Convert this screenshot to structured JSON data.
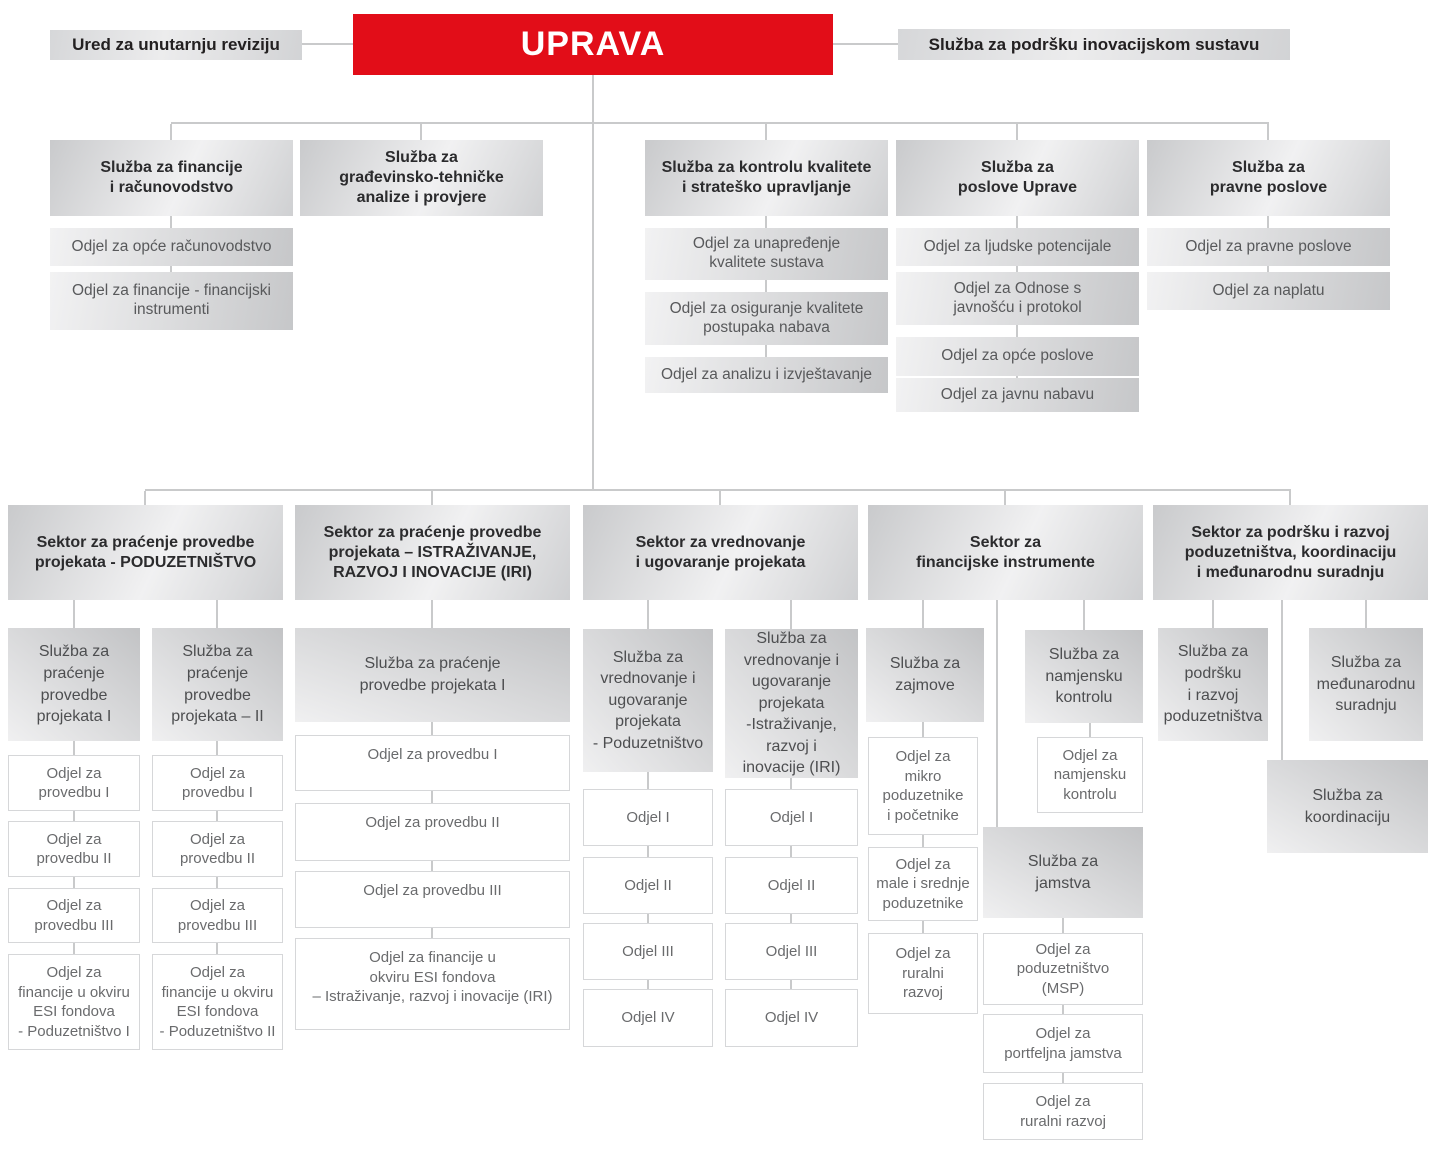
{
  "root": {
    "label": "UPRAVA"
  },
  "top_left": {
    "label": "Ured za unutarnju reviziju"
  },
  "top_right": {
    "label": "Služba za podršku inovacijskom sustavu"
  },
  "services": [
    {
      "title": "Služba za financije\ni računovodstvo",
      "depts": [
        "Odjel za opće računovodstvo",
        "Odjel za financije - financijski\ninstrumenti"
      ]
    },
    {
      "title": "Služba za\ngrađevinsko-tehničke\nanalize i provjere",
      "depts": []
    },
    {
      "title": "Služba za kontrolu kvalitete\ni strateško upravljanje",
      "depts": [
        "Odjel za unapređenje\nkvalitete sustava",
        "Odjel za osiguranje kvalitete\npostupaka nabava",
        "Odjel za analizu i izvještavanje"
      ]
    },
    {
      "title": "Služba za\nposlove Uprave",
      "depts": [
        "Odjel za ljudske potencijale",
        "Odjel za Odnose s\njavnošću i protokol",
        "Odjel za opće poslove",
        "Odjel za javnu nabavu"
      ]
    },
    {
      "title": "Služba za\npravne poslove",
      "depts": [
        "Odjel za pravne poslove",
        "Odjel za naplatu"
      ]
    }
  ],
  "sectors": [
    {
      "title": "Sektor za praćenje provedbe\nprojekata - PODUZETNIŠTVO",
      "units": [
        {
          "head": "Služba za\npraćenje\nprovedbe\nprojekata I",
          "depts": [
            "Odjel za\nprovedbu I",
            "Odjel za\nprovedbu II",
            "Odjel za\nprovedbu III",
            "Odjel za\nfinancije u okviru\nESI fondova\n- Poduzetništvo I"
          ]
        },
        {
          "head": "Služba za\npraćenje\nprovedbe\nprojekata – II",
          "depts": [
            "Odjel za\nprovedbu I",
            "Odjel za\nprovedbu II",
            "Odjel za\nprovedbu III",
            "Odjel za\nfinancije u okviru\nESI fondova\n- Poduzetništvo II"
          ]
        }
      ]
    },
    {
      "title": "Sektor za praćenje provedbe\nprojekata – ISTRAŽIVANJE,\nRAZVOJ I INOVACIJE (IRI)",
      "units": [
        {
          "head": "Služba za praćenje\nprovedbe projekata I",
          "depts": [
            "Odjel za provedbu I",
            "Odjel za provedbu II",
            "Odjel za provedbu III",
            "Odjel za financije u\nokviru ESI fondova\n– Istraživanje, razvoj i inovacije (IRI)"
          ]
        }
      ]
    },
    {
      "title": "Sektor za vrednovanje\ni ugovaranje projekata",
      "units": [
        {
          "head": "Služba za\nvrednovanje i\nugovaranje\nprojekata\n- Poduzetništvo",
          "depts": [
            "Odjel I",
            "Odjel II",
            "Odjel III",
            "Odjel IV"
          ]
        },
        {
          "head": "Služba za\nvrednovanje i\nugovaranje\nprojekata\n-Istraživanje,\nrazvoj i\ninovacije (IRI)",
          "depts": [
            "Odjel I",
            "Odjel II",
            "Odjel III",
            "Odjel IV"
          ]
        }
      ]
    },
    {
      "title": "Sektor za\nfinancijske instrumente",
      "units": [
        {
          "head": "Služba za\nzajmove",
          "depts": [
            "Odjel za\nmikro\npoduzetnike\ni početnike",
            "Odjel za\nmale i srednje\npoduzetnike",
            "Odjel za\nruralni\nrazvoj"
          ]
        },
        {
          "head": "Služba za\nnamjensku\nkontrolu",
          "depts": [
            "Odjel za\nnamjensku\nkontrolu"
          ]
        },
        {
          "head": "Služba za\njamstva",
          "depts": [
            "Odjel za\npoduzetništvo\n(MSP)",
            "Odjel za\nportfeljna jamstva",
            "Odjel za\nruralni razvoj"
          ]
        }
      ]
    },
    {
      "title": "Sektor za podršku i razvoj\npoduzetništva, koordinaciju\ni međunarodnu suradnju",
      "units": [
        {
          "head": "Služba za\npodršku\ni razvoj\npoduzetništva",
          "depts": []
        },
        {
          "head": "Služba za\nmeđunarodnu\nsuradnju",
          "depts": []
        },
        {
          "head": "Služba za\nkoordinaciju",
          "depts": []
        }
      ]
    }
  ],
  "colors": {
    "accent_red": "#e20d18",
    "line": "#c9cacb"
  }
}
